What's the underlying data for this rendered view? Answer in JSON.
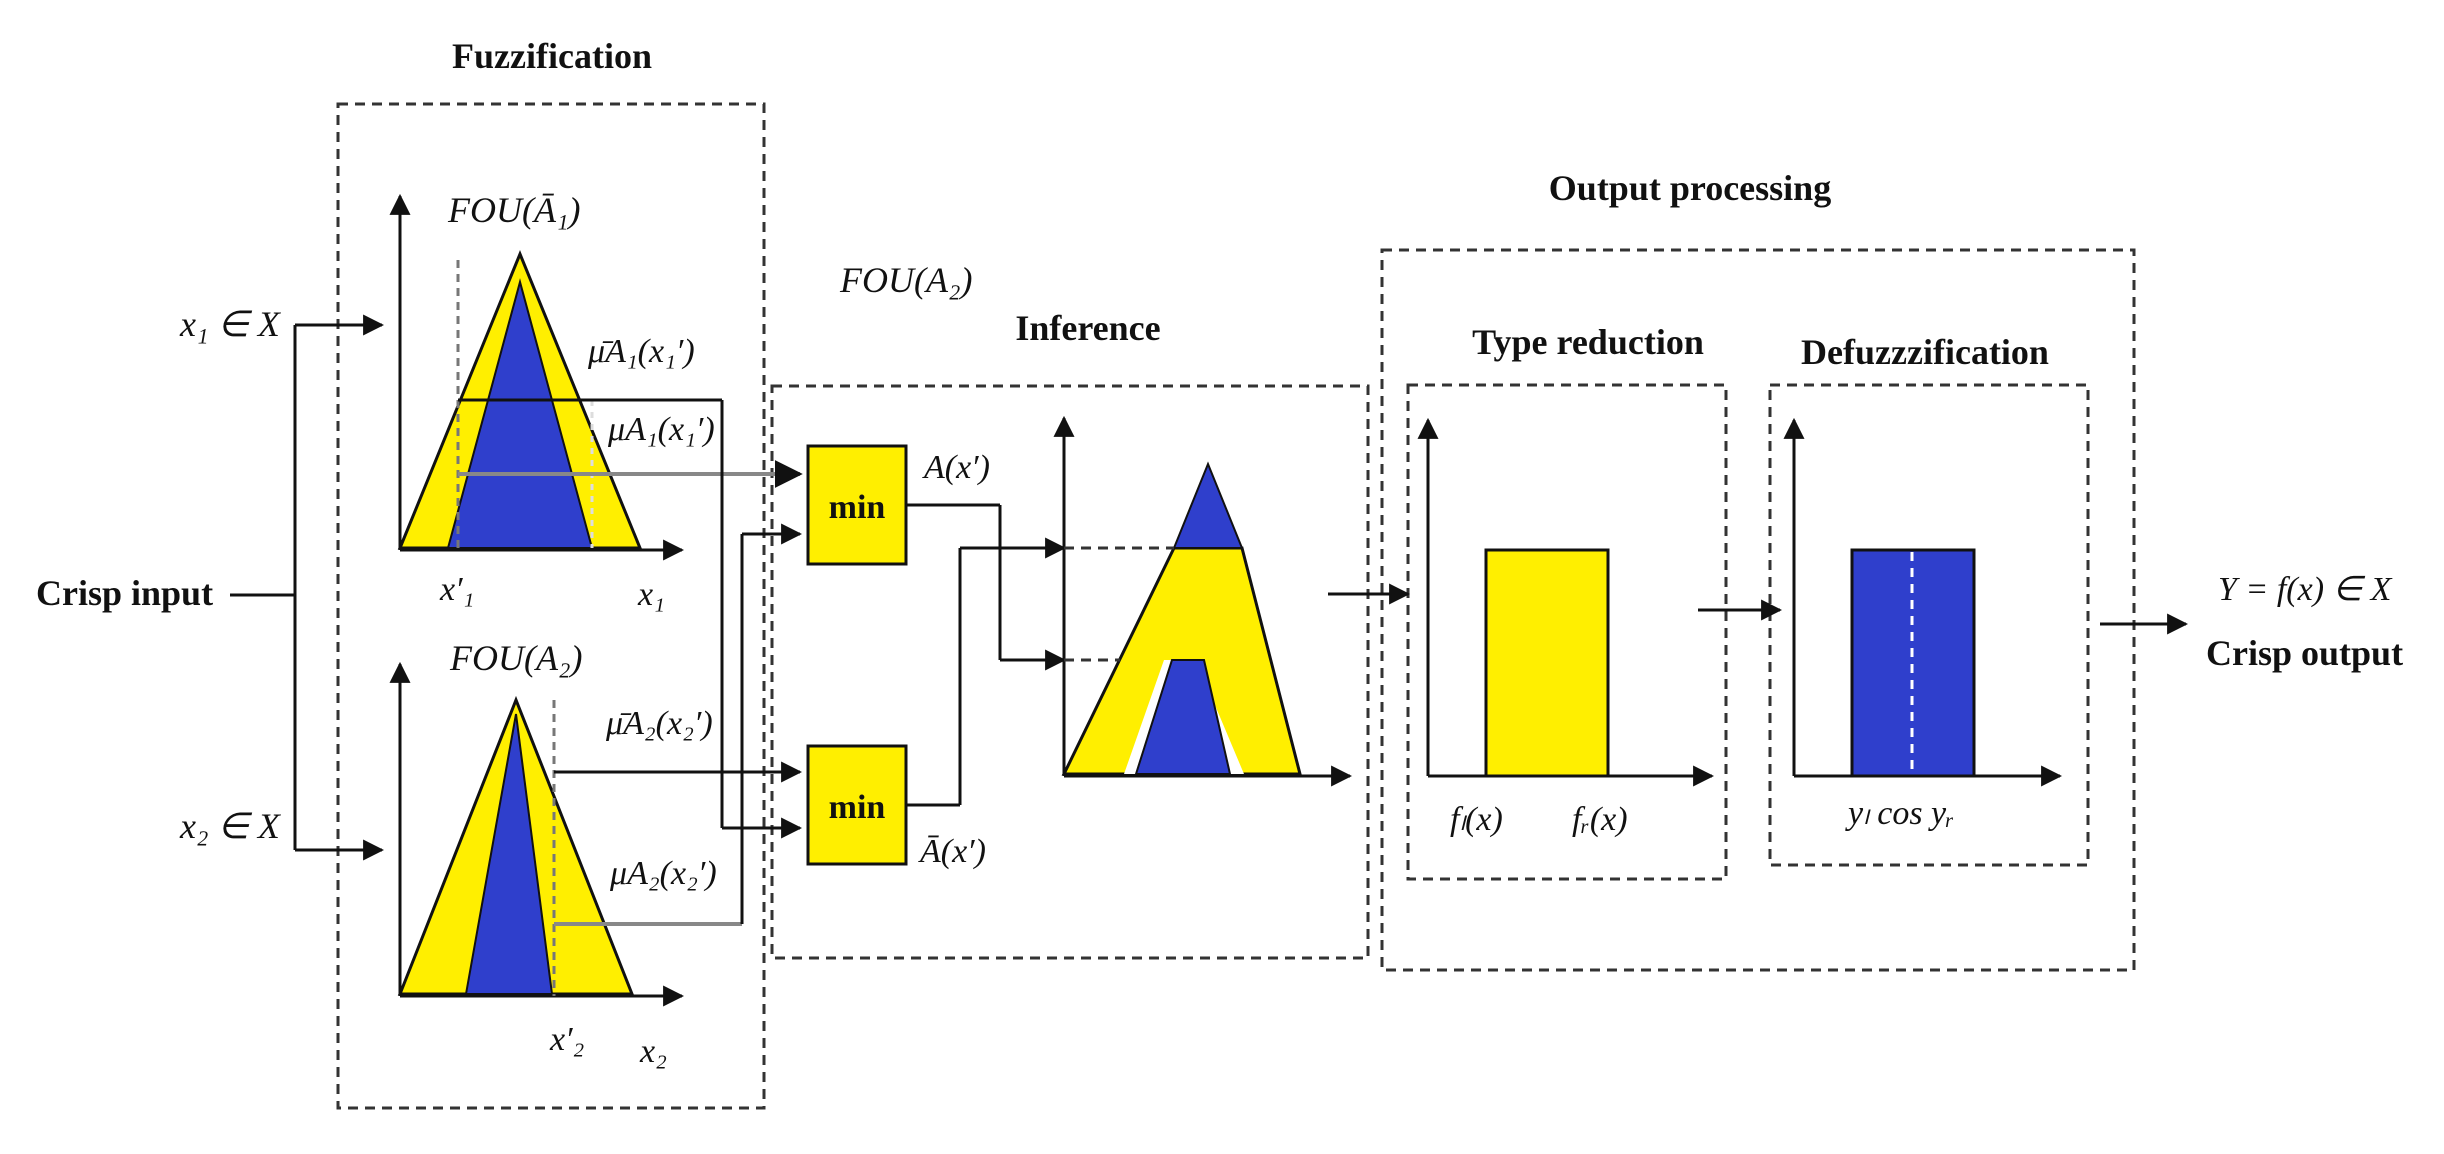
{
  "colors": {
    "upper_fou": "#ffef00",
    "lower_fou": "#2f3fcc",
    "line": "#111111"
  },
  "labels": {
    "fuzzification": "Fuzzification",
    "output_processing": "Output processing",
    "inference": "Inference",
    "type_reduction": "Type reduction",
    "defuzzification": "Defuzzzification",
    "crisp_input": "Crisp input",
    "crisp_output": "Crisp output",
    "output_equation": "Y = f(x) ∈ X",
    "input_x1": "x₁ ∈ X",
    "input_x2": "x₂ ∈ X",
    "fou_a1": "FOU(Ā₁)",
    "fou_a2_top": "FOU(A₂)",
    "fou_a2": "FOU(A₂)",
    "mu_upper_a1": "μ̄A₁(x₁′)",
    "mu_lower_a1": "μA₁(x₁′)",
    "mu_upper_a2": "μ̄A₂(x₂′)",
    "mu_lower_a2": "μA₂(x₂′)",
    "x1_prime": "x′₁",
    "x1": "x₁",
    "x2_prime": "x′₂",
    "x2": "x₂",
    "min_top": "min",
    "min_bottom": "min",
    "lower_a": "A(x′)",
    "upper_a": "Ā(x′)",
    "fl": "fₗ(x)",
    "fr": "fᵣ(x)",
    "yl_yr": "yₗ cos yᵣ"
  }
}
